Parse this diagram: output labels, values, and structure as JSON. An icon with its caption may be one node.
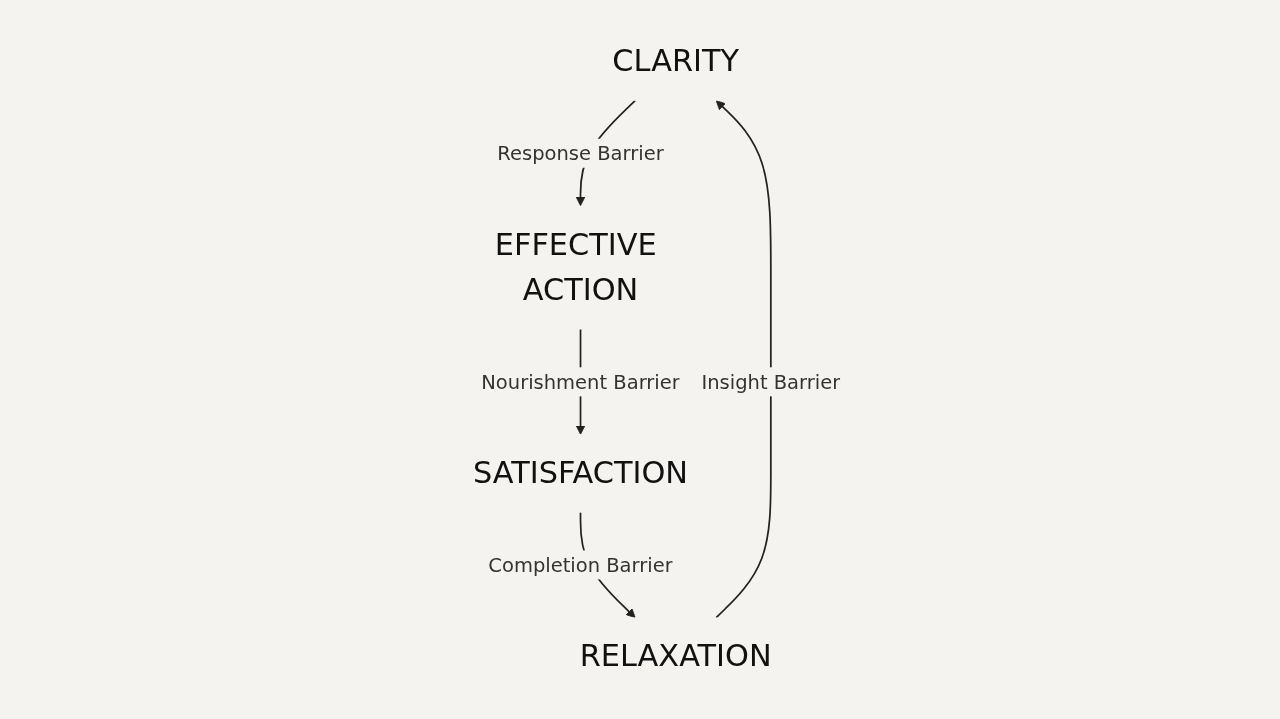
{
  "diagram": {
    "nodes": [
      {
        "text": [
          "CLARITY"
        ]
      },
      {
        "text": [
          "EFFECTIVE ACTION"
        ]
      },
      {
        "text": [
          "SATISFACTION"
        ]
      },
      {
        "text": [
          "RELAXATION"
        ]
      }
    ],
    "edges": [
      {
        "from": 0,
        "to": 1,
        "arrow": "to",
        "label": "Response Barrier"
      },
      {
        "from": 1,
        "to": 2,
        "arrow": "to",
        "label": "Nourishment Barrier"
      },
      {
        "from": 2,
        "to": 3,
        "arrow": "to",
        "label": "Completion Barrier"
      },
      {
        "from": 3,
        "to": 0,
        "arrow": "to",
        "label": "Insight Barrier"
      }
    ]
  }
}
